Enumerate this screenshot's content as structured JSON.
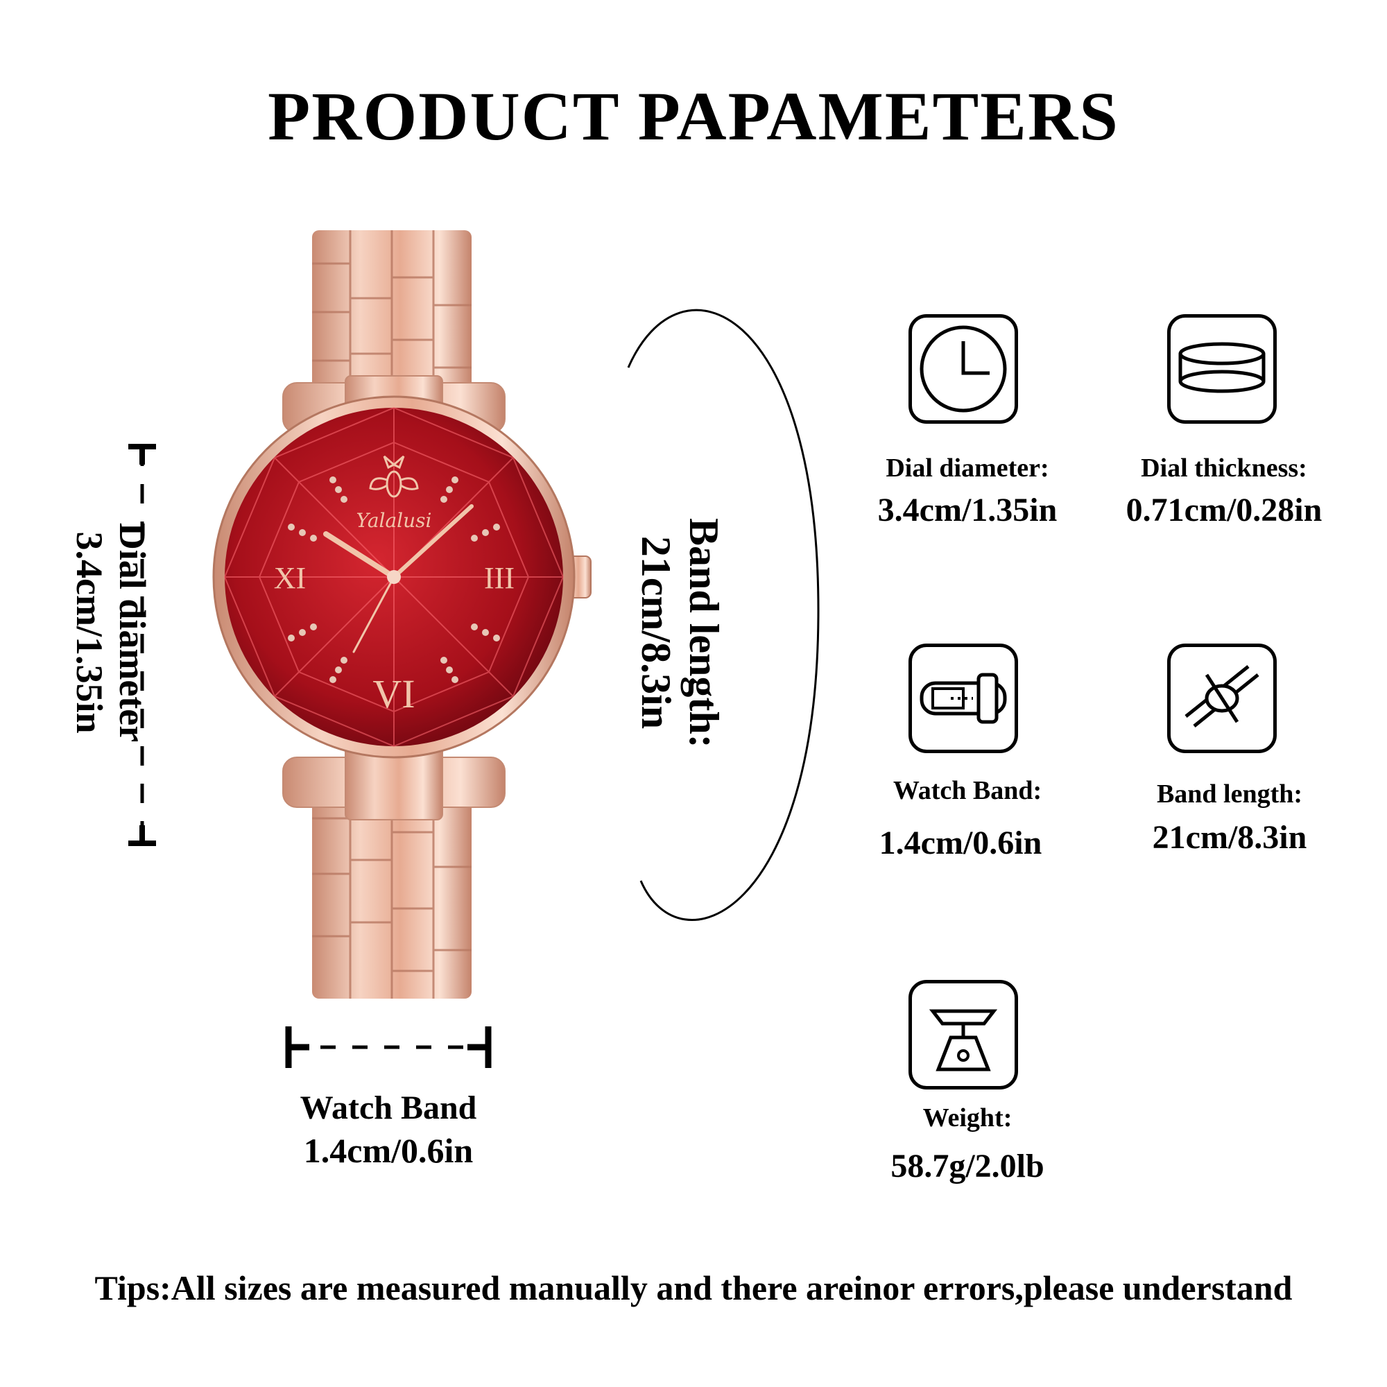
{
  "page": {
    "title": "PRODUCT PAPAMETERS",
    "tips": "Tips:All sizes are measured manually and there areinor errors,please understand"
  },
  "watch": {
    "brand": "Yalalusi",
    "numerals": [
      "XI",
      "III",
      "VI"
    ],
    "dial_color": "#b3141e",
    "metal_color": "#e9b59e"
  },
  "left_measure": {
    "label": "Dial diameter",
    "value": "3.4cm/1.35in"
  },
  "bottom_measure": {
    "label": "Watch Band",
    "value": "1.4cm/0.6in"
  },
  "arc_measure": {
    "label": "Band length:",
    "value": "21cm/8.3in"
  },
  "specs": [
    {
      "icon": "clock-icon",
      "label": "Dial diameter:",
      "value": "3.4cm/1.35in"
    },
    {
      "icon": "thickness-icon",
      "label": "Dial thickness:",
      "value": "0.71cm/0.28in"
    },
    {
      "icon": "watch-band-icon",
      "label": "Watch Band:",
      "value": "1.4cm/0.6in"
    },
    {
      "icon": "band-length-icon",
      "label": "Band length:",
      "value": "21cm/8.3in"
    },
    {
      "icon": "scale-icon",
      "label": "Weight:",
      "value": "58.7g/2.0lb"
    }
  ]
}
